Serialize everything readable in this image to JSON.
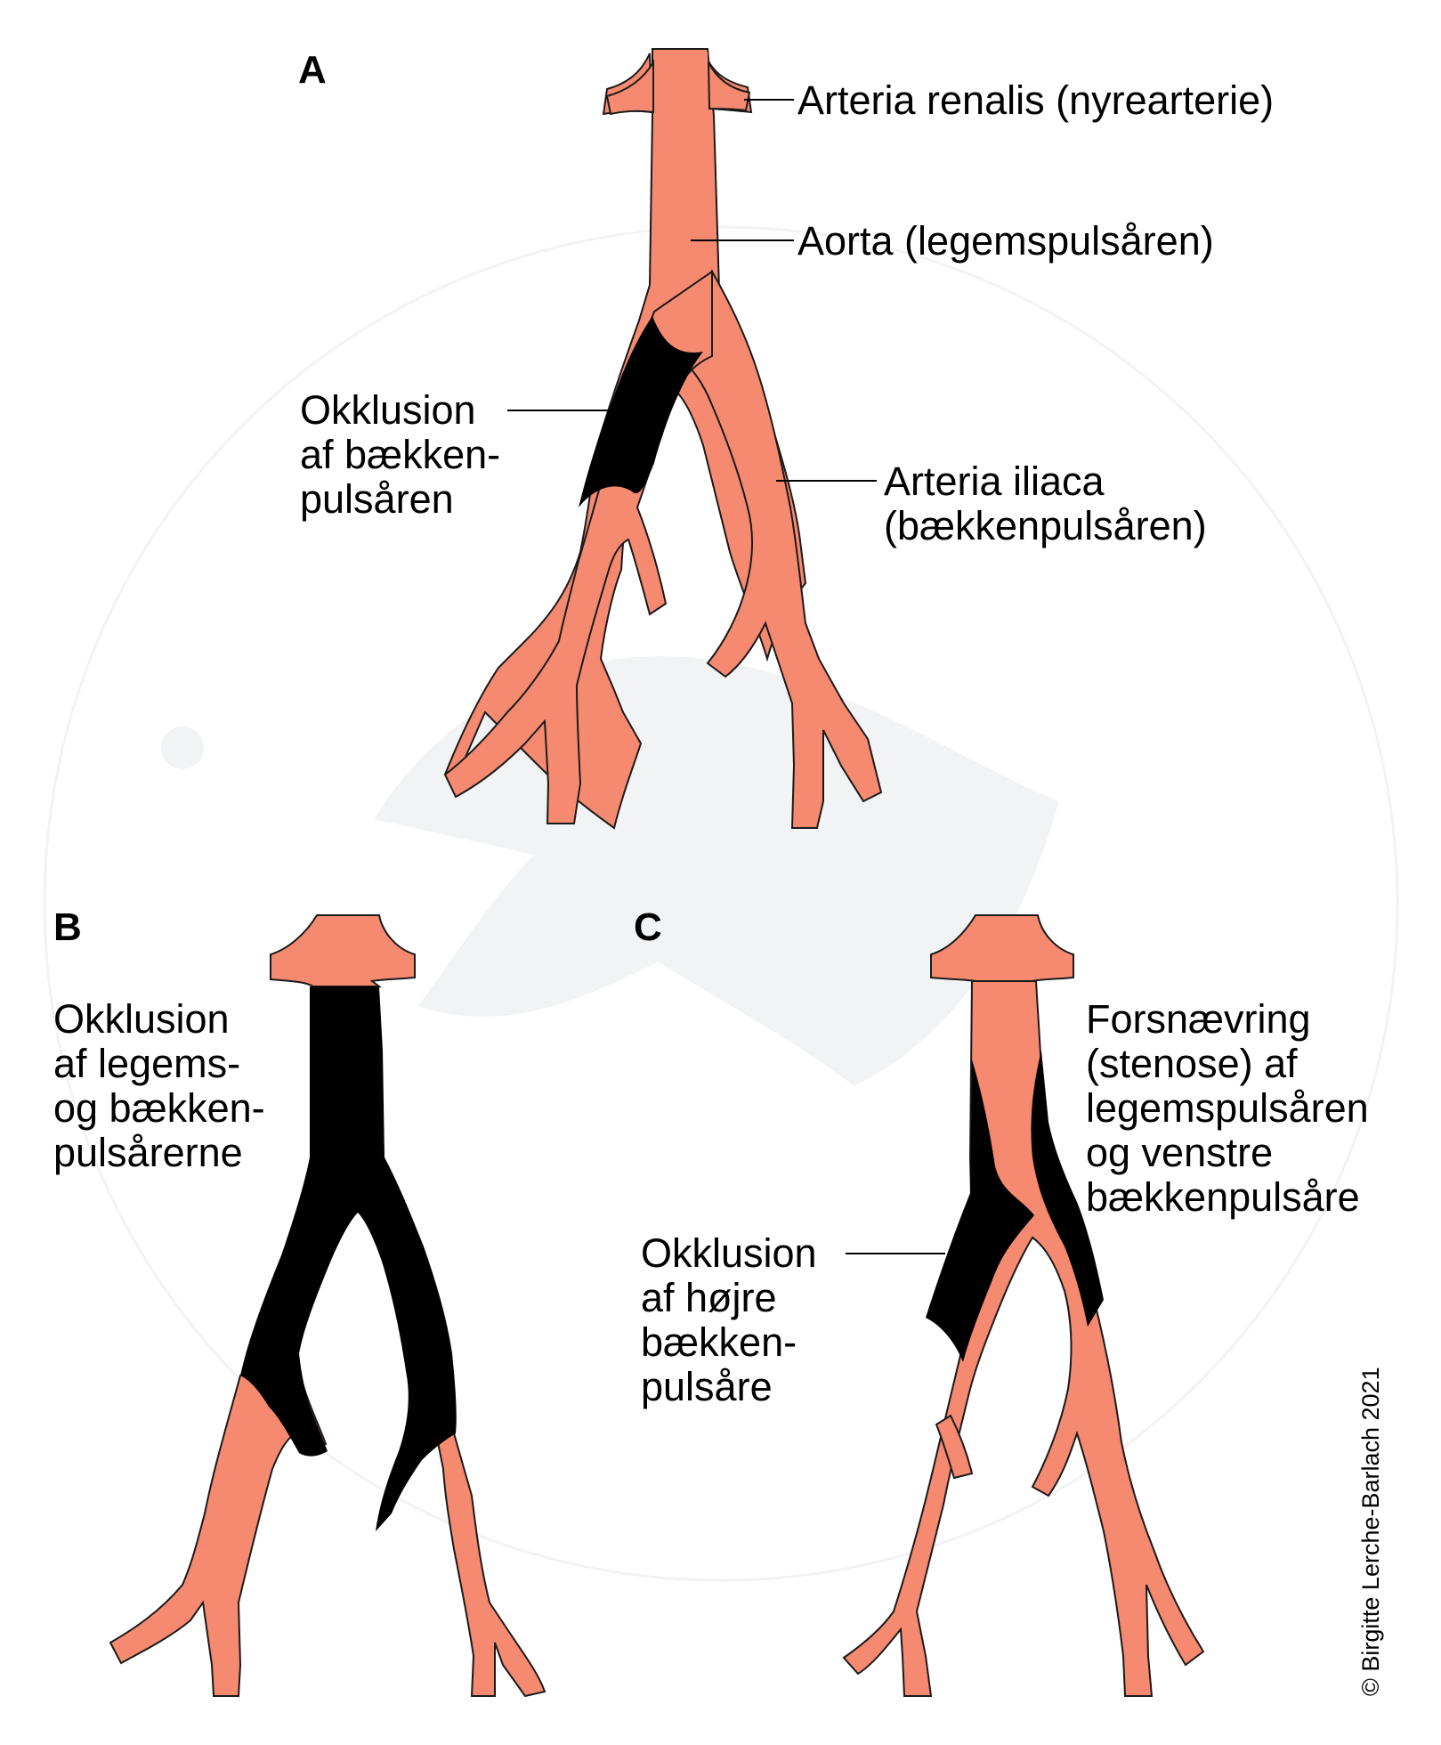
{
  "panels": [
    {
      "letter": "A"
    },
    {
      "letter": "B"
    },
    {
      "letter": "C"
    }
  ],
  "labels": {
    "renalis": "Arteria renalis (nyrearterie)",
    "aorta": "Aorta (legemspulsåren)",
    "okkl_a": [
      "Okklusion",
      "af bækken-",
      "pulsåren"
    ],
    "iliaca": [
      "Arteria iliaca",
      "(bækkenpulsåren)"
    ],
    "okkl_b": [
      "Okklusion",
      "af legems-",
      "og bækken-",
      "pulsårerne"
    ],
    "stenose": [
      "Forsnævring",
      "(stenose) af",
      "legemspulsåren",
      "og venstre",
      "bækkenpulsåre"
    ],
    "okkl_c": [
      "Okklusion",
      "af højre",
      "bækken-",
      "pulsåre"
    ]
  },
  "copyright": "© Birgitte Lerche-Barlach 2021",
  "colors": {
    "artery": "#F58A70",
    "occlusion": "#000000",
    "outline": "#1a1a1a",
    "watermark": "#F2F3F5"
  }
}
